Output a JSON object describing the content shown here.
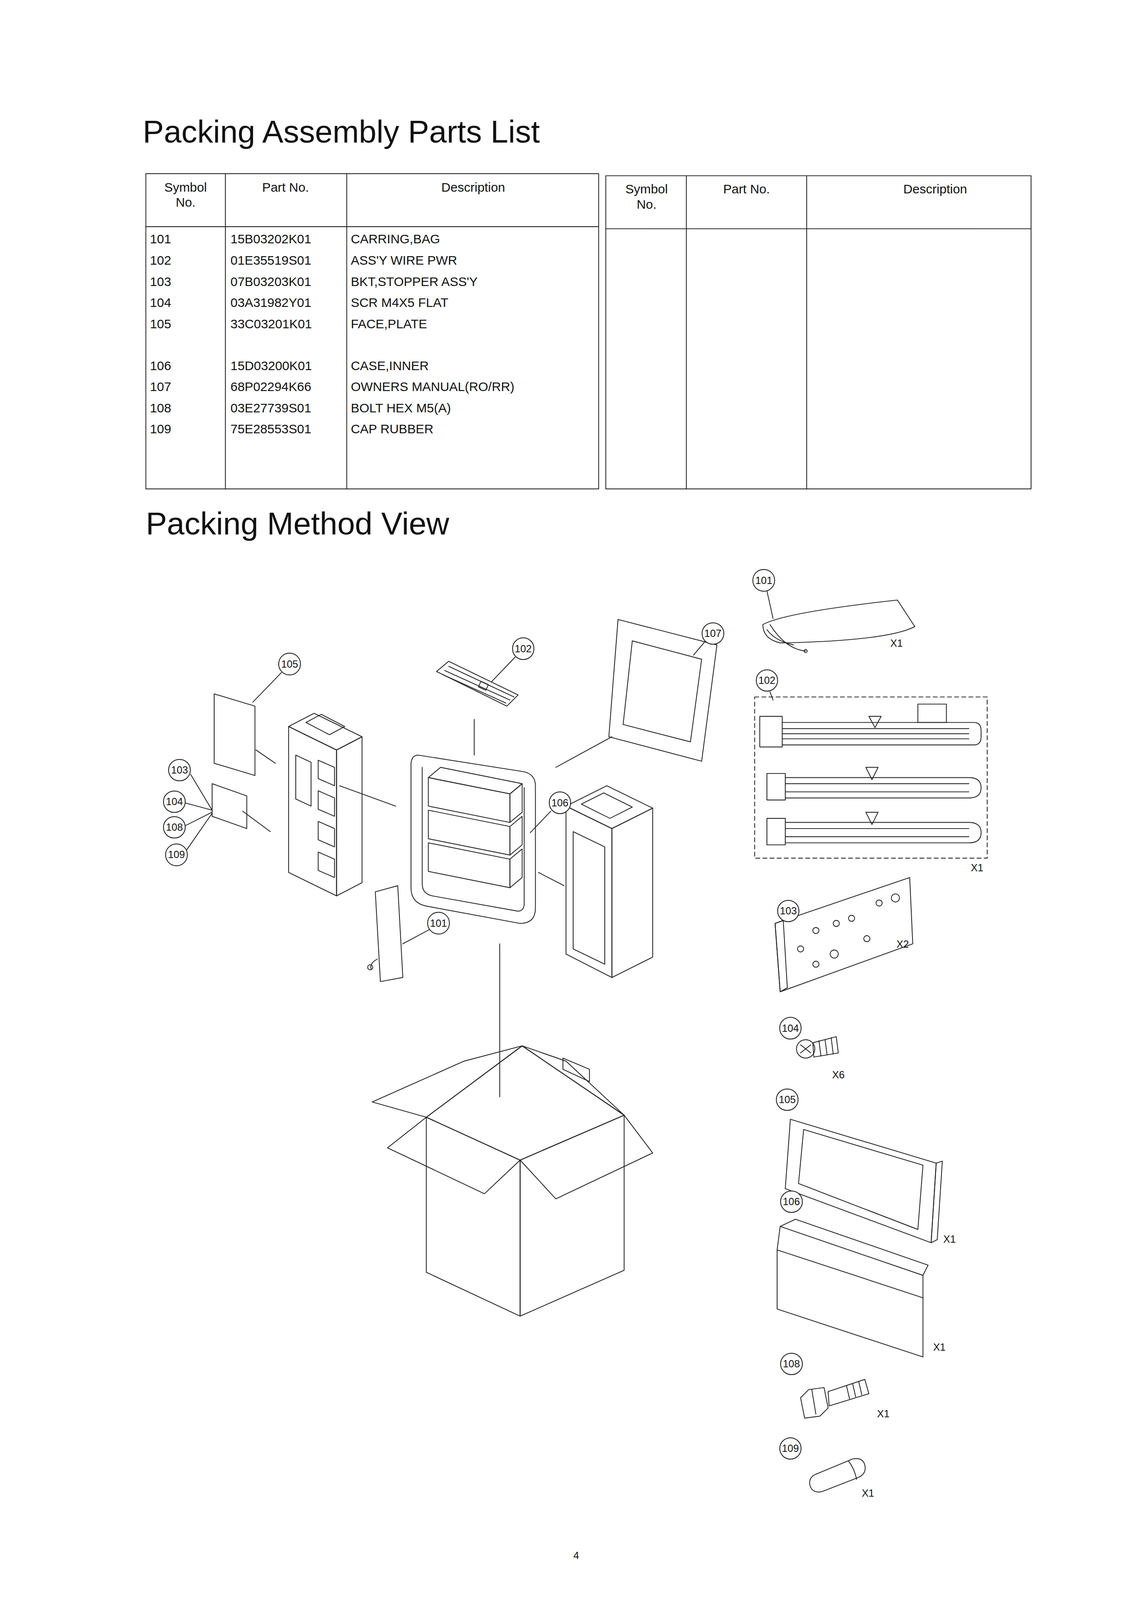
{
  "diagram": {
    "title": "Packing Assembly Parts List",
    "nodes": [
      {
        "text": [
          "107"
        ]
      },
      {
        "text": [
          "102"
        ]
      },
      {
        "text": [
          "105"
        ]
      },
      {
        "text": [
          "103"
        ]
      },
      {
        "text": [
          "104"
        ]
      },
      {
        "text": [
          "106"
        ]
      },
      {
        "text": [
          "108"
        ]
      },
      {
        "text": [
          "109"
        ]
      },
      {
        "text": [
          "101"
        ]
      },
      {
        "text": [
          "101"
        ]
      },
      {
        "text": [
          "102"
        ]
      },
      {
        "text": [
          "103"
        ]
      },
      {
        "text": [
          "104"
        ]
      },
      {
        "text": [
          "105"
        ]
      },
      {
        "text": [
          "106"
        ]
      },
      {
        "text": [
          "108"
        ]
      },
      {
        "text": [
          "109"
        ]
      }
    ],
    "labels": [
      "Symbol No.",
      "Part No.",
      "Description",
      "Symbol No.",
      "Part No.",
      "Description",
      "101",
      "15B03202K01",
      "CARRING,BAG",
      "102",
      "01E35519S01",
      "ASS'Y WIRE PWR",
      "103",
      "07B03203K01",
      "BKT,STOPPER ASS'Y",
      "104",
      "03A31982Y01",
      "SCR M4X5 FLAT",
      "105",
      "33C03201K01",
      "FACE,PLATE",
      "106",
      "15D03200K01",
      "CASE,INNER",
      "107",
      "68P02294K66",
      "OWNERS MANUAL(RO/RR)",
      "108",
      "03E27739S01",
      "BOLT HEX M5(A)",
      "109",
      "75E28553S01",
      "CAP RUBBER",
      "Packing Method View",
      "X1",
      "X1",
      "X2",
      "X6",
      "X1",
      "X1",
      "X1",
      "X1",
      "4"
    ]
  }
}
